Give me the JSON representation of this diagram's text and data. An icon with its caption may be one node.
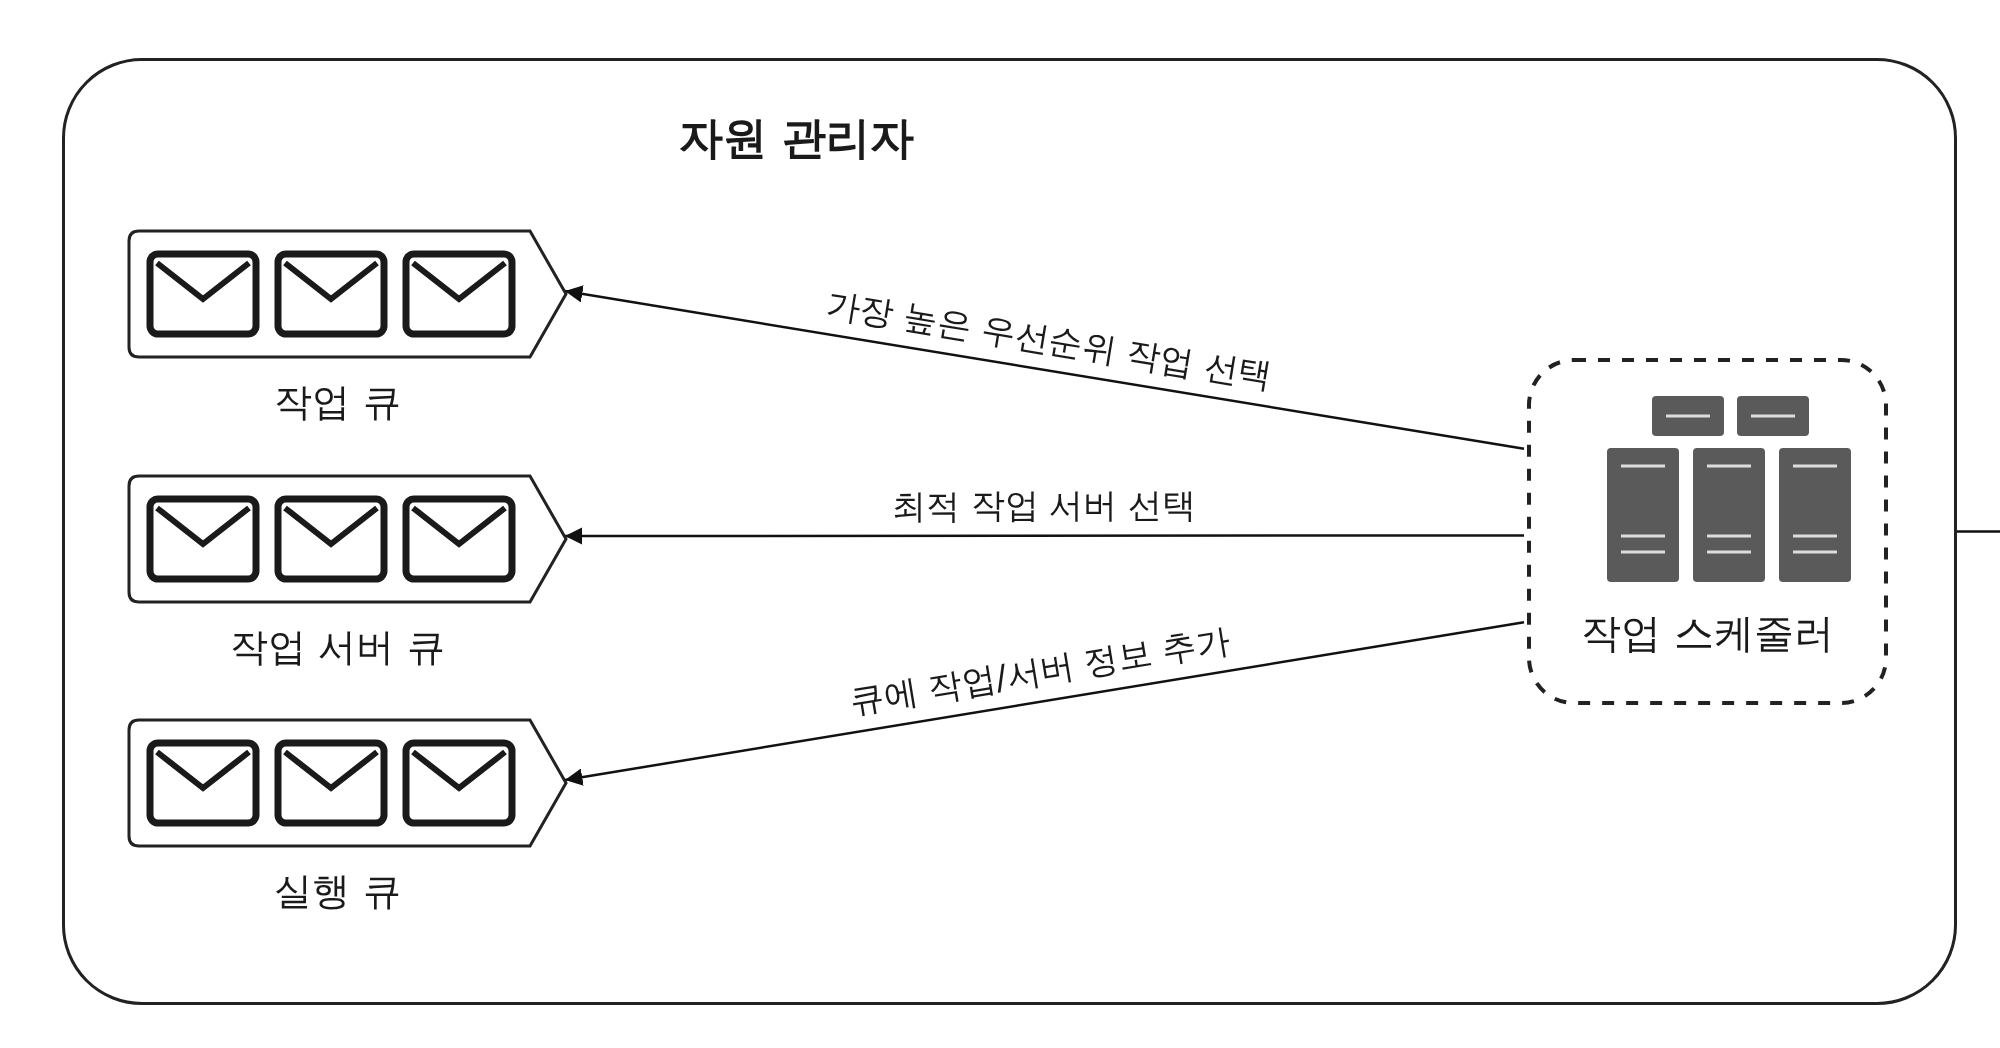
{
  "diagram": {
    "nodes": [
      {
        "text": [
          "자원 관리자"
        ]
      },
      {
        "text": [
          "작업 큐"
        ],
        "in": 0
      },
      {
        "text": [
          "작업 서버 큐"
        ],
        "in": 0
      },
      {
        "text": [
          "실행 큐"
        ],
        "in": 0
      },
      {
        "text": [
          "작업 스케줄러"
        ],
        "in": 0
      }
    ],
    "edges": [
      {
        "from": 4,
        "to": 1,
        "arrow": "to",
        "label": "가장 높은 우선순위 작업 선택"
      },
      {
        "from": 4,
        "to": 2,
        "arrow": "to",
        "label": "최적 작업 서버 선택"
      },
      {
        "from": 4,
        "to": 3,
        "arrow": "to",
        "label": "큐에 작업/서버 정보 추가"
      },
      {
        "from": 0,
        "to": null,
        "arrow": "none"
      }
    ]
  }
}
